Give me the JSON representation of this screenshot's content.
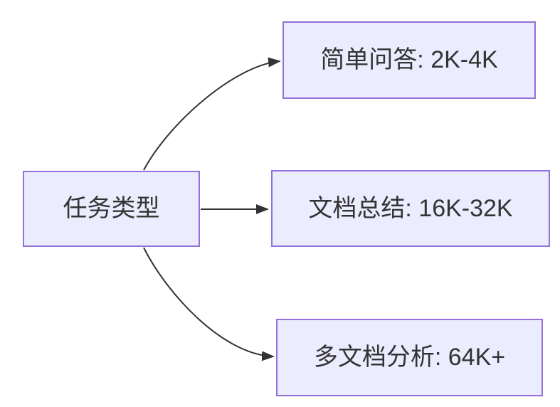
{
  "diagram": {
    "type": "flowchart",
    "direction": "left-to-right",
    "root": {
      "label": "任务类型"
    },
    "children": [
      {
        "label": "简单问答: 2K-4K"
      },
      {
        "label": "文档总结: 16K-32K"
      },
      {
        "label": "多文档分析: 64K+"
      }
    ],
    "edges": [
      {
        "from": "任务类型",
        "to": "简单问答: 2K-4K"
      },
      {
        "from": "任务类型",
        "to": "文档总结: 16K-32K"
      },
      {
        "from": "任务类型",
        "to": "多文档分析: 64K+"
      }
    ],
    "colors": {
      "node_fill": "#ECECFF",
      "node_border": "#9370DB",
      "edge_stroke": "#333333",
      "text": "#333333",
      "background": "#FFFFFF"
    }
  }
}
